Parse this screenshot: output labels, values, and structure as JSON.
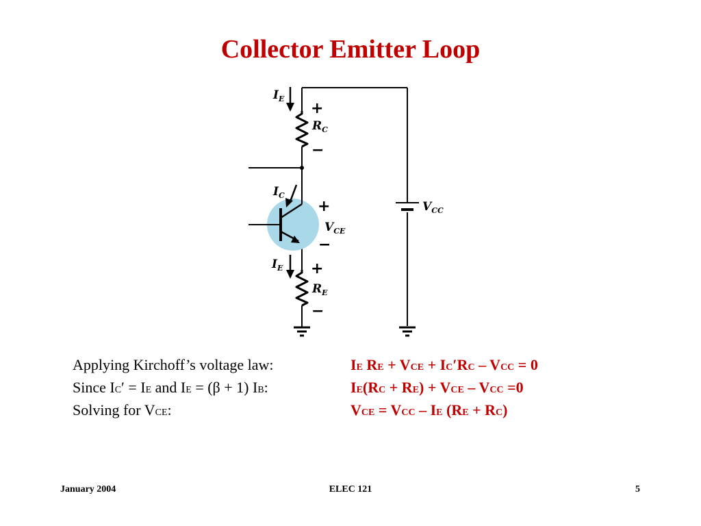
{
  "slide": {
    "title": "Collector Emitter Loop",
    "colors": {
      "accent": "#c00000",
      "transistor_highlight": "#a9d9e8"
    }
  },
  "circuit": {
    "labels": {
      "ie_top": {
        "main": "I",
        "sub": "E"
      },
      "rc": {
        "main": "R",
        "sub": "C"
      },
      "ic": {
        "main": "I",
        "sub": "C"
      },
      "vce": {
        "main": "V",
        "sub": "CE"
      },
      "vcc": {
        "main": "V",
        "sub": "CC"
      },
      "ie_bottom": {
        "main": "I",
        "sub": "E"
      },
      "re": {
        "main": "R",
        "sub": "E"
      },
      "plus": "+",
      "minus": "−"
    }
  },
  "statements": [
    {
      "label": [
        [
          "Applying Kirchoff’s voltage law:",
          ""
        ]
      ],
      "equation": [
        [
          "I",
          "E"
        ],
        [
          " R",
          "E"
        ],
        [
          " + V",
          "CE"
        ],
        [
          " + I",
          "C"
        ],
        [
          "′R",
          "C"
        ],
        [
          " – V",
          "CC"
        ],
        [
          " = 0",
          ""
        ]
      ]
    },
    {
      "label": [
        [
          "Since I",
          "C"
        ],
        [
          "′ = I",
          "E"
        ],
        [
          " and I",
          "E"
        ],
        [
          " = (β + 1) I",
          "B"
        ],
        [
          ":",
          ""
        ]
      ],
      "equation": [
        [
          "I",
          "E"
        ],
        [
          "(R",
          "C"
        ],
        [
          " + R",
          "E"
        ],
        [
          ") + V",
          "CE"
        ],
        [
          " – V",
          "CC"
        ],
        [
          " =0",
          ""
        ]
      ]
    },
    {
      "label": [
        [
          "Solving for V",
          "CE"
        ],
        [
          ":",
          ""
        ]
      ],
      "equation": [
        [
          "V",
          "CE"
        ],
        [
          " = V",
          "CC"
        ],
        [
          " – I",
          "E"
        ],
        [
          " (R",
          "E"
        ],
        [
          " + R",
          "C"
        ],
        [
          ")",
          ""
        ]
      ]
    }
  ],
  "footer": {
    "date": "January 2004",
    "course": "ELEC 121",
    "page": "5"
  }
}
